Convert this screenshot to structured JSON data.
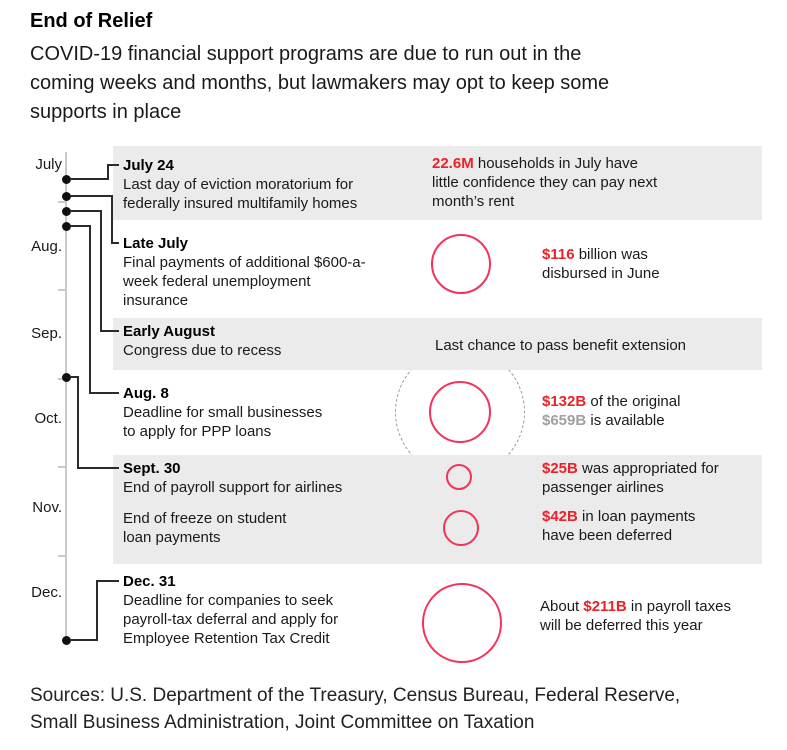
{
  "header": {
    "title": "End of Relief",
    "subtitle": "COVID-19 financial support programs are due to run out in the\ncoming weeks and months, but lawmakers may opt to keep some\nsupports in place"
  },
  "timeline": {
    "months": [
      "July",
      "Aug.",
      "Sep.",
      "Oct.",
      "Nov.",
      "Dec."
    ]
  },
  "events": [
    {
      "date": "July 24",
      "desc": "Last day of eviction moratorium for\nfederally insured multifamily homes"
    },
    {
      "date": "Late July",
      "desc": "Final payments of additional $600-a-\nweek federal unemployment\ninsurance"
    },
    {
      "date": "Early August",
      "desc": "Congress due to recess"
    },
    {
      "date": "Aug. 8",
      "desc": "Deadline for small businesses\nto apply for PPP loans"
    },
    {
      "date": "Sept. 30",
      "desc": "End of payroll support for airlines"
    },
    {
      "date": "",
      "desc": "End of freeze on student\nloan payments"
    },
    {
      "date": "Dec. 31",
      "desc": "Deadline for companies to seek\npayroll-tax deferral and apply for\nEmployee Retention Tax Credit"
    }
  ],
  "annotations": [
    {
      "pre": "",
      "amount": "22.6M",
      "mid": " households in July have\nlittle confidence they can pay next\nmonth’s rent",
      "amount2": "",
      "post": ""
    },
    {
      "pre": "",
      "amount": "$116",
      "mid": " billion was\ndisbursed in June",
      "amount2": "",
      "post": ""
    },
    {
      "pre": "",
      "amount": "",
      "mid": "Last chance to pass benefit extension",
      "amount2": "",
      "post": ""
    },
    {
      "pre": "",
      "amount": "$132B",
      "mid": " of the original\n",
      "amount2": "$659B",
      "post": " is available"
    },
    {
      "pre": "",
      "amount": "$25B",
      "mid": " was appropriated for\npassenger airlines",
      "amount2": "",
      "post": ""
    },
    {
      "pre": "",
      "amount": "$42B",
      "mid": " in loan payments\nhave been deferred",
      "amount2": "",
      "post": ""
    },
    {
      "pre": "About ",
      "amount": "$211B",
      "mid": " in payroll taxes\nwill be deferred this year",
      "amount2": "",
      "post": ""
    }
  ],
  "sources": "Sources: U.S. Department of the Treasury, Census Bureau, Federal Reserve,\nSmall Business Administration, Joint Committee on Taxation",
  "colors": {
    "accent_red": "#eb2228",
    "circle_red": "#f4325a",
    "muted_gray": "#a0a0a0",
    "band_gray": "#ebebeb",
    "axis_gray": "#c9c9c9",
    "ink": "#1a1a1a"
  },
  "chart_data": {
    "type": "timeline",
    "title": "End of Relief",
    "subtitle": "COVID-19 financial support programs are due to run out in the coming weeks and months, but lawmakers may opt to keep some supports in place",
    "time_axis": {
      "orientation": "vertical",
      "tick_labels": [
        "July",
        "Aug.",
        "Sep.",
        "Oct.",
        "Nov.",
        "Dec."
      ]
    },
    "bubble_encoding": "circle area proportional to dollar amount (billions)",
    "events": [
      {
        "date": "July 24",
        "label": "Last day of eviction moratorium for federally insured multifamily homes",
        "annotation": "22.6M households in July have little confidence they can pay next month's rent",
        "highlight_value": "22.6M"
      },
      {
        "date": "Late July",
        "label": "Final payments of additional $600-a-week federal unemployment insurance",
        "annotation": "$116 billion was disbursed in June",
        "bubble_value_billions": 116
      },
      {
        "date": "Early August",
        "label": "Congress due to recess",
        "annotation": "Last chance to pass benefit extension"
      },
      {
        "date": "Aug. 8",
        "label": "Deadline for small businesses to apply for PPP loans",
        "annotation": "$132B of the original $659B is available",
        "bubble_value_billions": 132,
        "outer_dashed_value_billions": 659
      },
      {
        "date": "Sept. 30",
        "label": "End of payroll support for airlines",
        "annotation": "$25B was appropriated for passenger airlines",
        "bubble_value_billions": 25
      },
      {
        "date": "Sept. 30",
        "label": "End of freeze on student loan payments",
        "annotation": "$42B in loan payments have been deferred",
        "bubble_value_billions": 42
      },
      {
        "date": "Dec. 31",
        "label": "Deadline for companies to seek payroll-tax deferral and apply for Employee Retention Tax Credit",
        "annotation": "About $211B in payroll taxes will be deferred this year",
        "bubble_value_billions": 211
      }
    ]
  }
}
